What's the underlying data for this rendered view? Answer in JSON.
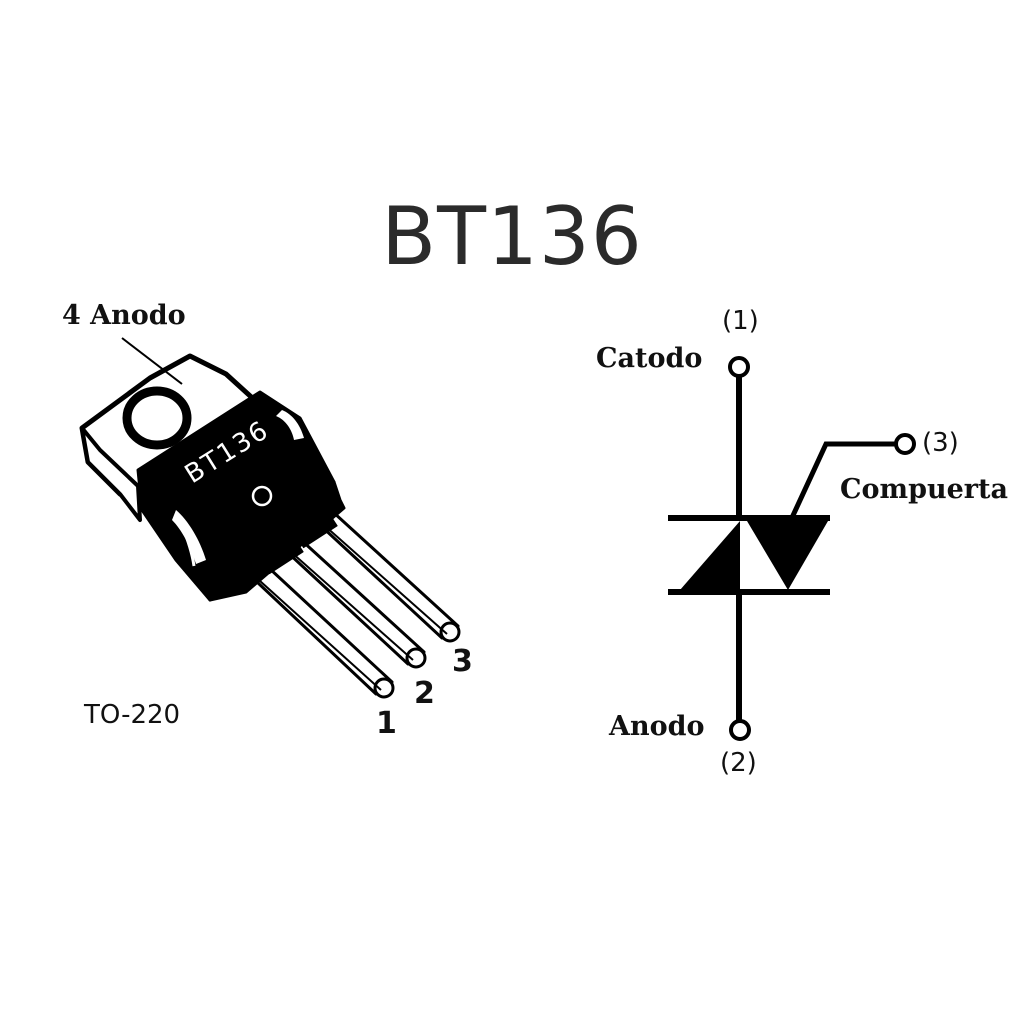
{
  "title": "BT136",
  "package": {
    "tab_label": "4 Anodo",
    "body_marking": "BT136",
    "name": "TO-220",
    "pins": [
      "1",
      "2",
      "3"
    ]
  },
  "symbol": {
    "terminal_top": {
      "number": "(1)",
      "name": "Catodo"
    },
    "terminal_gate": {
      "number": "(3)",
      "name": "Compuerta"
    },
    "terminal_bottom": {
      "number": "(2)",
      "name": "Anodo"
    }
  }
}
